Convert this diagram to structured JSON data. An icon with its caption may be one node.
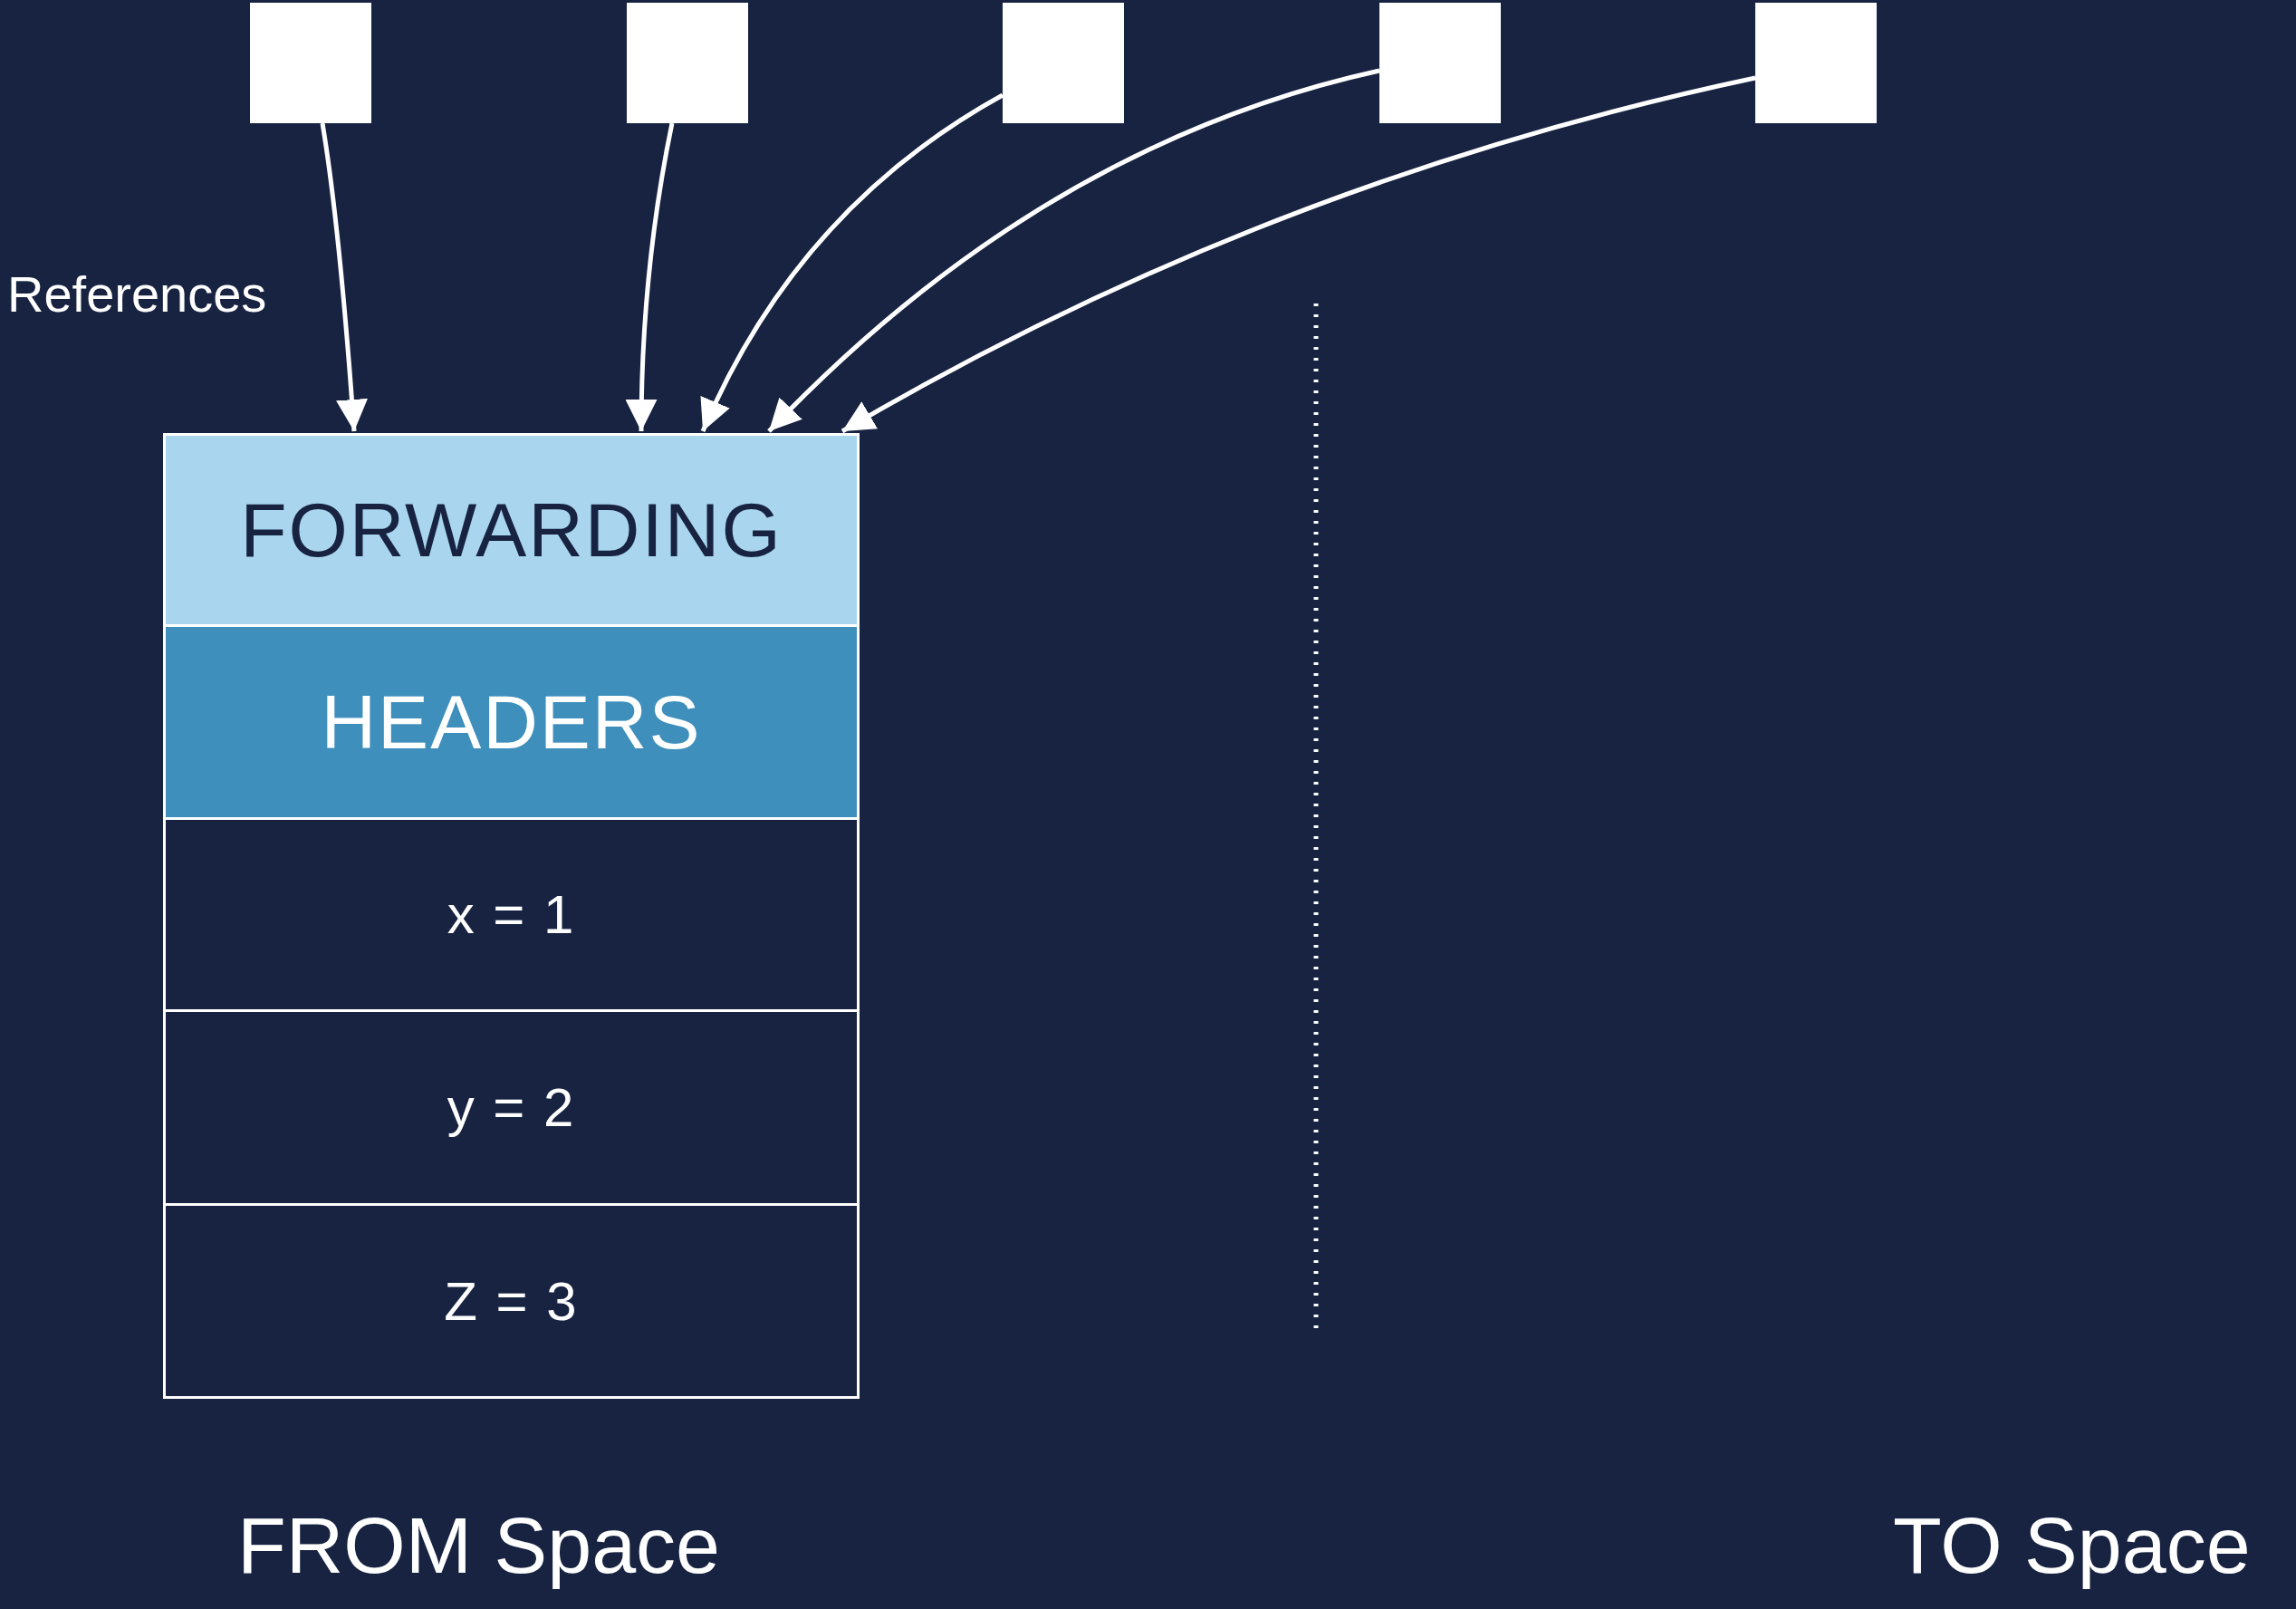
{
  "diagram": {
    "nodes": [
      {
        "text": [],
        "shape": "box"
      },
      {
        "text": [],
        "shape": "box"
      },
      {
        "text": [],
        "shape": "box"
      },
      {
        "text": [],
        "shape": "box"
      },
      {
        "text": [],
        "shape": "box"
      },
      {
        "text": [
          "FORWARDING"
        ]
      },
      {
        "text": [
          "HEADERS"
        ]
      },
      {
        "text": [
          "x = 1"
        ]
      },
      {
        "text": [
          "y = 2"
        ]
      },
      {
        "text": [
          "Z = 3"
        ]
      }
    ],
    "edges": [
      {
        "from": 0,
        "to": 5,
        "arrow": "to"
      },
      {
        "from": 1,
        "to": 5,
        "arrow": "to"
      },
      {
        "from": 2,
        "to": 5,
        "arrow": "to"
      },
      {
        "from": 3,
        "to": 5,
        "arrow": "to"
      },
      {
        "from": 4,
        "to": 5,
        "arrow": "to"
      }
    ],
    "labels": [
      "References",
      "FROM Space",
      "TO Space"
    ]
  }
}
